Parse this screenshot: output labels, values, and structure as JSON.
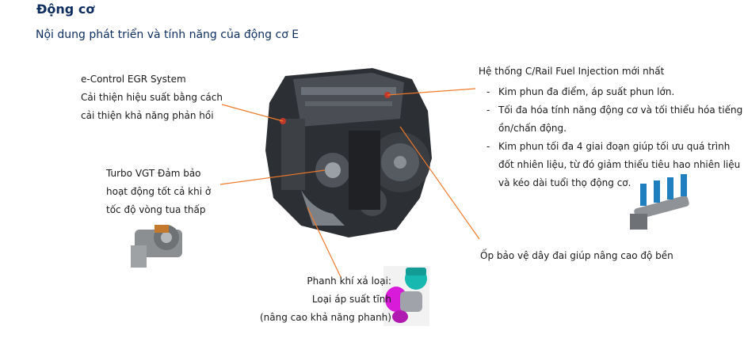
{
  "header": {
    "title": "Động cơ",
    "subtitle": "Nội dung phát triển và tính năng của động cơ E"
  },
  "egr": {
    "line1": "e-Control EGR  System",
    "line2": "Cải thiện hiệu suất bằng cách",
    "line3": "cải thiện khả năng phản hồi"
  },
  "turbo": {
    "line1": "Turbo VGT Đảm bảo",
    "line2": "hoạt động tốt cả khi ở",
    "line3": "tốc độ vòng tua thấp"
  },
  "brake": {
    "line1": "Phanh khí xả loại:",
    "line2": "Loại áp suất tĩnh",
    "line3": "(nâng cao khả năng phanh)"
  },
  "common_rail": {
    "title": "Hệ thống C/Rail Fuel Injection mới nhất",
    "bullets": [
      "Kim phun đa điểm, áp suất phun lớn.",
      "Tối đa hóa tính năng động cơ và tối  thiểu hóa tiếng ồn/chấn động.",
      "Kim phun tối đa 4 giai đoạn giúp tối ưu quá trình đốt nhiên liệu, từ đó giảm thiểu tiêu hao nhiên liệu và kéo dài tuổi thọ động cơ."
    ],
    "dash": "-"
  },
  "belt_cover": {
    "text": "Ốp bảo vệ dây đai giúp nâng cao độ bền"
  },
  "colors": {
    "title": "#0d2d5e",
    "leader": "#f07a2a",
    "engine_dark": "#2c2f33",
    "brake_magenta": "#d81bd8",
    "brake_teal": "#17b8b0"
  }
}
